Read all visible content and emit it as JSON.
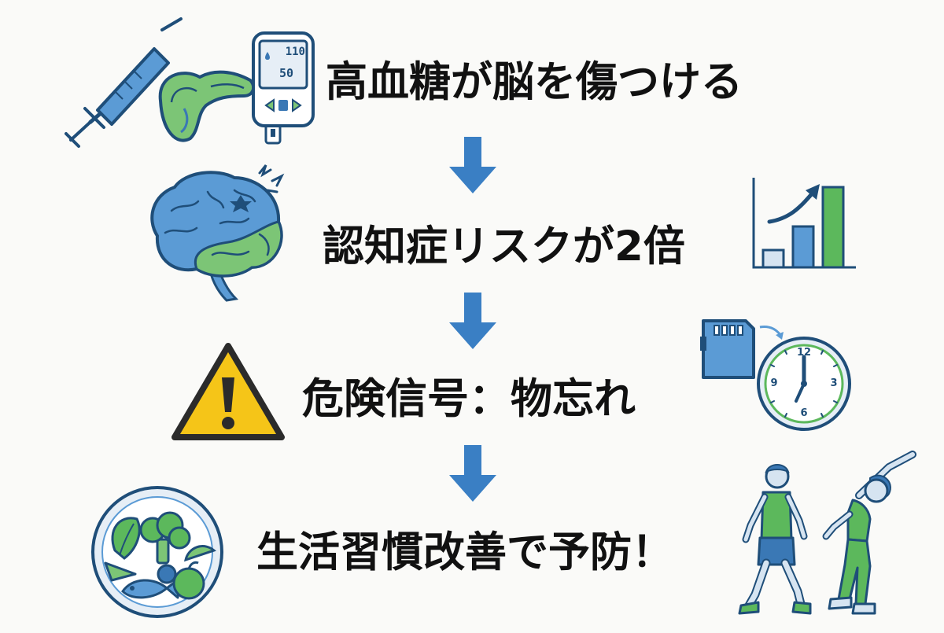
{
  "steps": [
    {
      "text": "高血糖が脳を傷つける"
    },
    {
      "text": "認知症リスクが2倍"
    },
    {
      "text": "危険信号：物忘れ"
    },
    {
      "text": "生活習慣改善で予防！"
    }
  ],
  "glucose_meter": {
    "line1": "110",
    "line2": "50"
  },
  "clock": {
    "numerals": [
      "12",
      "3",
      "6",
      "9"
    ]
  },
  "colors": {
    "blue": "#3a78b5",
    "dark_blue": "#1f4e79",
    "green": "#5cb85c",
    "warning_yellow": "#f5c518",
    "text": "#111111",
    "arrow": "#3a7fc4"
  }
}
